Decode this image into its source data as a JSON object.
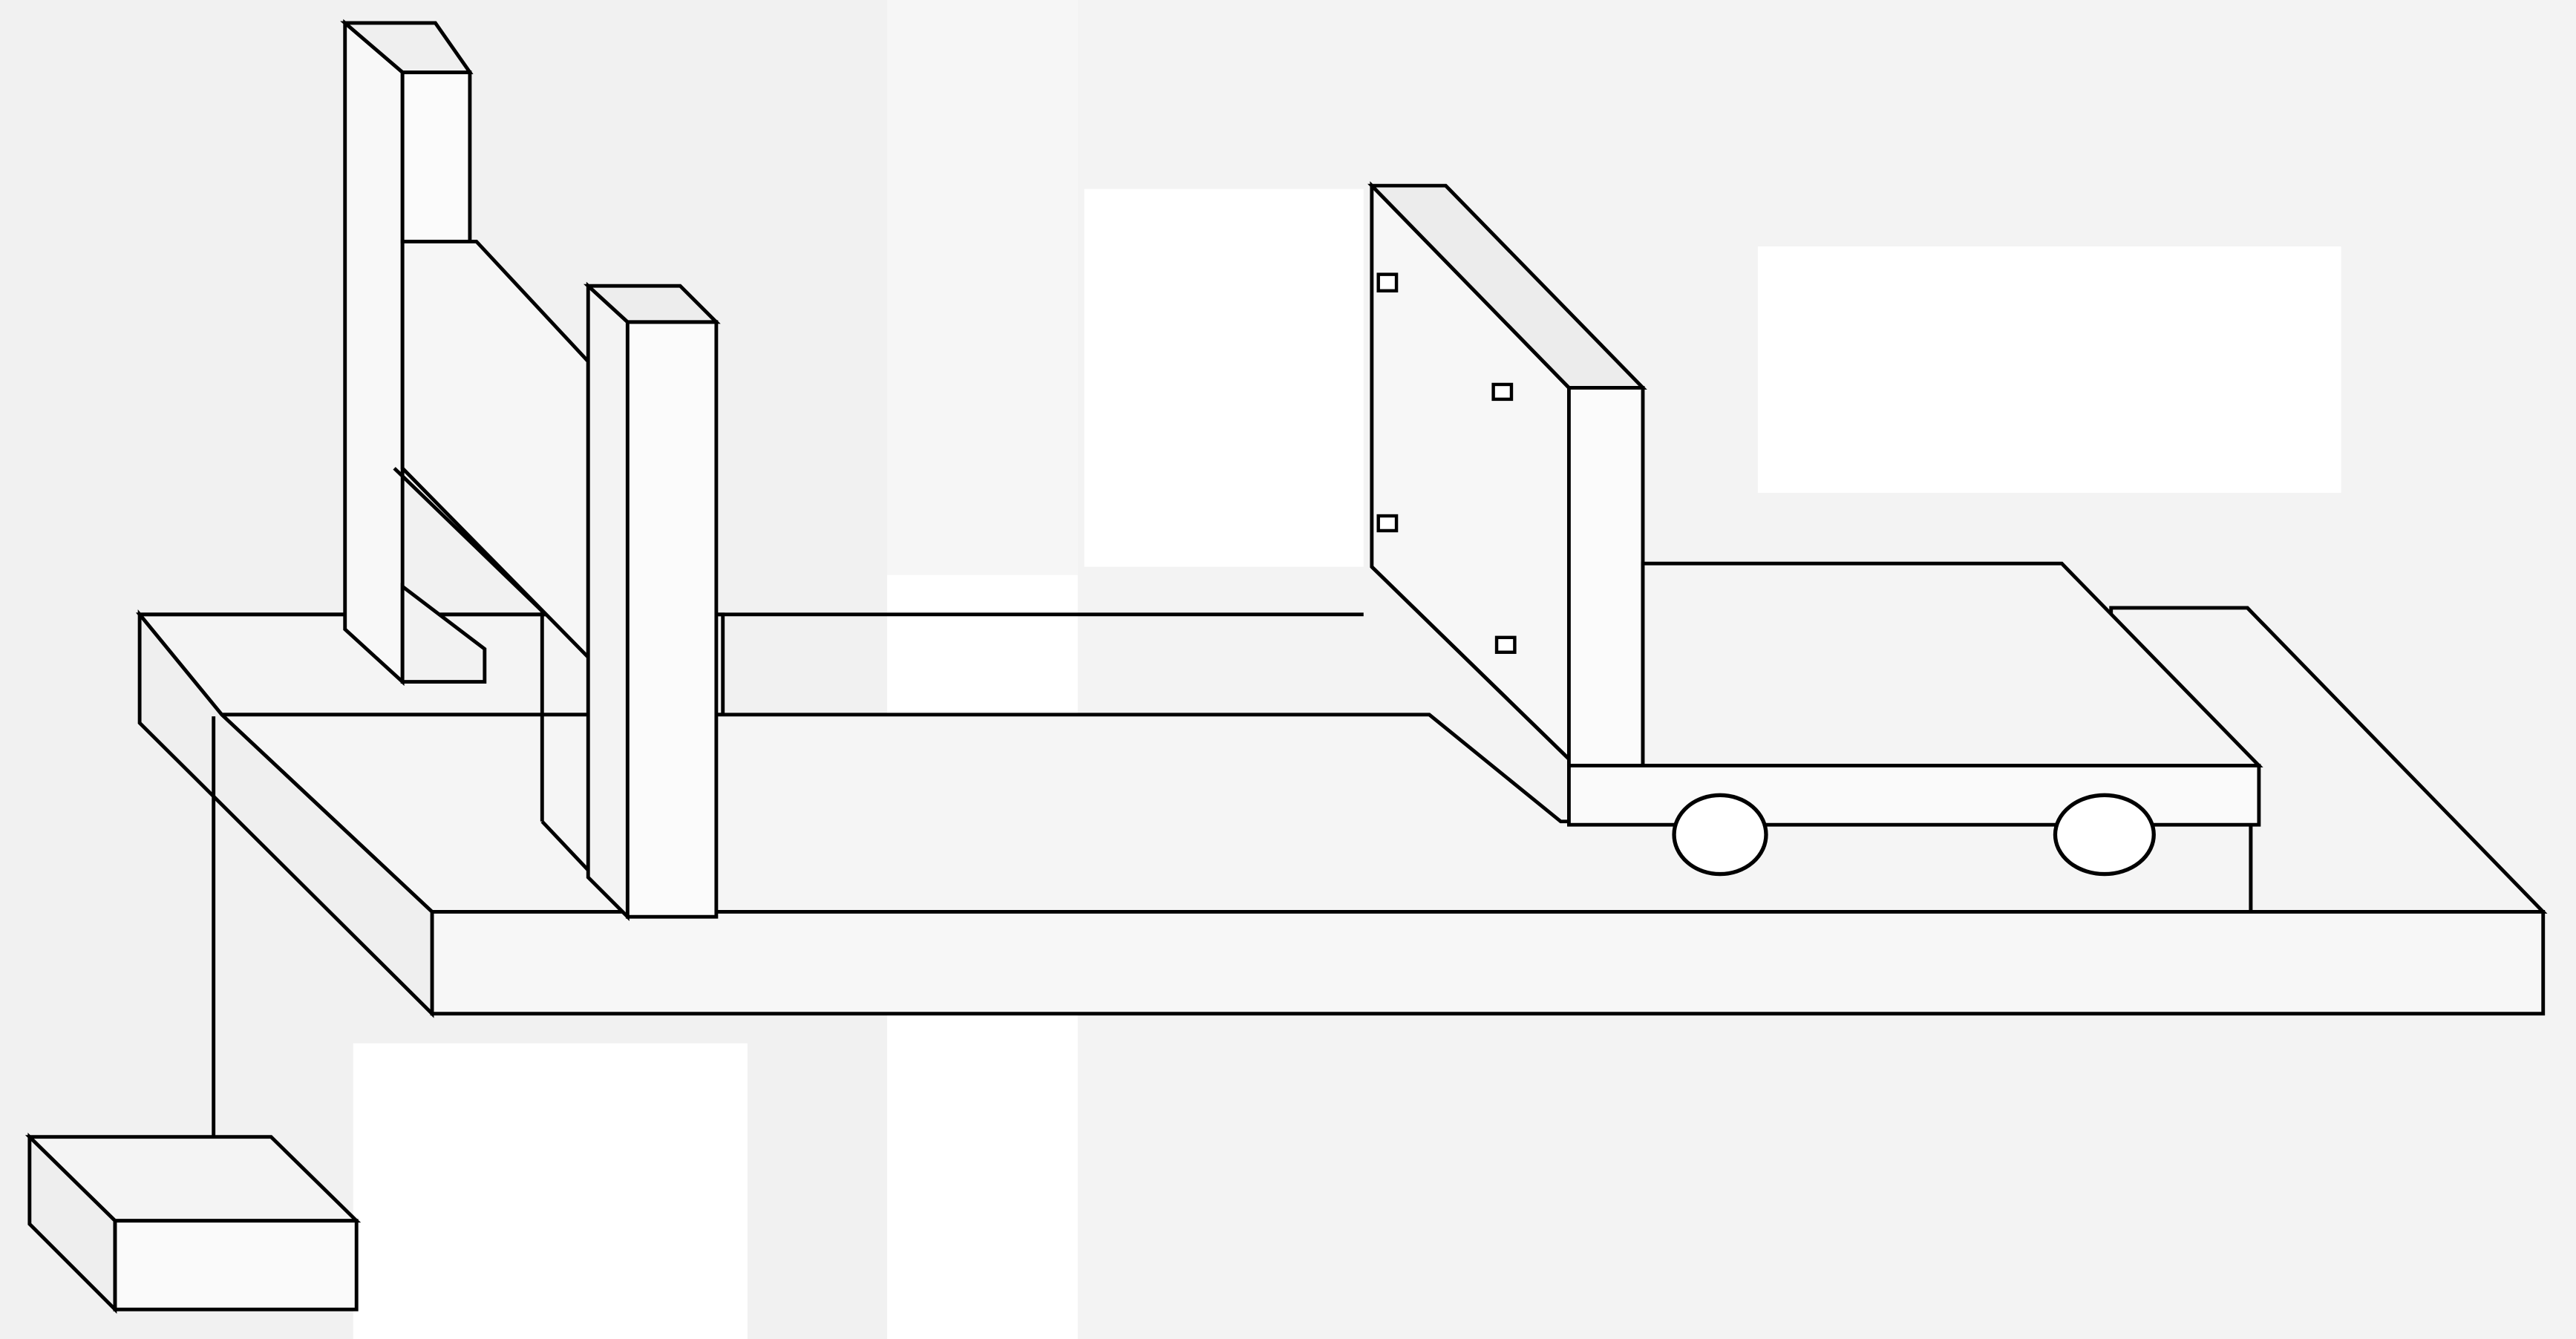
{
  "diagram": {
    "paper_color": "#ffffff",
    "shade_color": "#f1f1f1",
    "line_color": "#000000",
    "parts": [
      "table-base",
      "pulley-support-block",
      "pulley-upright-post",
      "front-upright-post",
      "string",
      "hanging-weight",
      "cart-body",
      "cart-front-wheel",
      "cart-rear-wheel",
      "cart-sail-panel",
      "sail-markers"
    ]
  }
}
